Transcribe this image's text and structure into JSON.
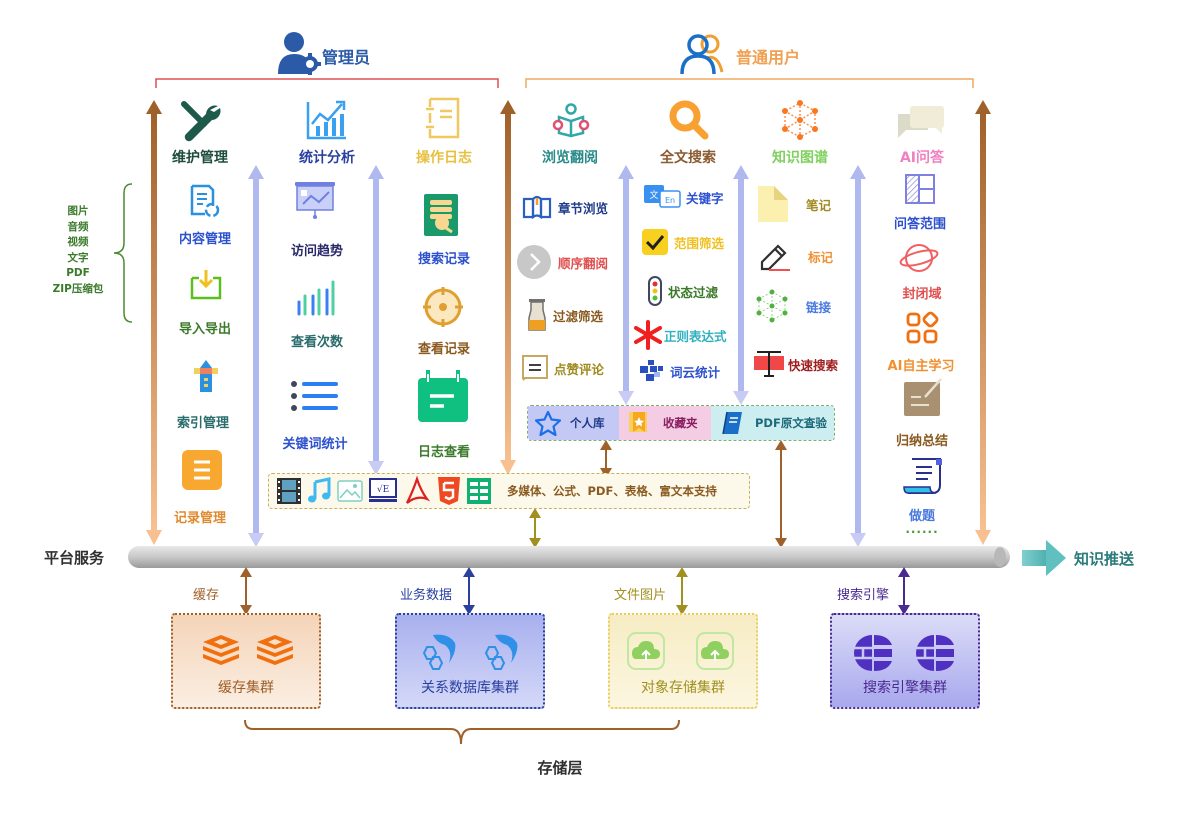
{
  "roles": {
    "admin": {
      "label": "管理员",
      "color": "#2a5aa8"
    },
    "user": {
      "label": "普通用户",
      "color": "#f0a050"
    }
  },
  "admin_modules": [
    {
      "title": "维护管理",
      "color": "#1e4d3c",
      "icon": "wrench-screwdriver-icon",
      "items": [
        {
          "label": "内容管理",
          "color": "#2c50d0",
          "icon": "document-refresh-icon"
        },
        {
          "label": "导入导出",
          "color": "#3a7a2a",
          "icon": "import-export-tray-icon"
        },
        {
          "label": "索引管理",
          "color": "#2a6b6b",
          "icon": "lighthouse-icon"
        },
        {
          "label": "记录管理",
          "color": "#e08a30",
          "icon": "list-square-icon"
        }
      ]
    },
    {
      "title": "统计分析",
      "color": "#2a40a0",
      "icon": "line-chart-icon",
      "items": [
        {
          "label": "访问趋势",
          "color": "#2a2a6a",
          "icon": "presentation-board-icon"
        },
        {
          "label": "查看次数",
          "color": "#2a6b6b",
          "icon": "bar-chart-icon"
        },
        {
          "label": "关键词统计",
          "color": "#2c50d0",
          "icon": "bullet-list-icon"
        }
      ]
    },
    {
      "title": "操作日志",
      "color": "#e8c040",
      "icon": "notebook-icon",
      "items": [
        {
          "label": "搜索记录",
          "color": "#2c50d0",
          "icon": "search-record-icon"
        },
        {
          "label": "查看记录",
          "color": "#8a5a20",
          "icon": "target-icon"
        },
        {
          "label": "日志查看",
          "color": "#3a7a2a",
          "icon": "calendar-icon"
        }
      ]
    }
  ],
  "user_modules": [
    {
      "title": "浏览翻阅",
      "color": "#2a8a8a",
      "icon": "reading-person-icon",
      "items": [
        {
          "label": "章节浏览",
          "color": "#1e3a8a",
          "icon": "open-book-icon"
        },
        {
          "label": "顺序翻阅",
          "color": "#e05050",
          "icon": "chevron-right-circle-icon"
        },
        {
          "label": "过滤筛选",
          "color": "#8a5a20",
          "icon": "filter-funnel-icon"
        },
        {
          "label": "点赞评论",
          "color": "#a08a20",
          "icon": "comment-box-icon"
        }
      ]
    },
    {
      "title": "全文搜索",
      "color": "#8a5a30",
      "icon": "magnifier-icon",
      "items": [
        {
          "label": "关键字",
          "color": "#2c50d0",
          "icon": "translate-icon"
        },
        {
          "label": "范围筛选",
          "color": "#f0c020",
          "icon": "checkbox-icon"
        },
        {
          "label": "状态过滤",
          "color": "#3a7a2a",
          "icon": "traffic-light-icon"
        },
        {
          "label": "正则表达式",
          "color": "#30b0c0",
          "icon": "asterisk-icon"
        },
        {
          "label": "词云统计",
          "color": "#2c50d0",
          "icon": "word-cloud-icon"
        }
      ]
    },
    {
      "title": "知识图谱",
      "color": "#80d060",
      "icon": "knowledge-graph-icon",
      "items": [
        {
          "label": "笔记",
          "color": "#a08a20",
          "icon": "note-page-icon"
        },
        {
          "label": "标记",
          "color": "#f09030",
          "icon": "pencil-icon"
        },
        {
          "label": "链接",
          "color": "#4a7ae0",
          "icon": "link-network-icon"
        },
        {
          "label": "快速搜索",
          "color": "#a02020",
          "icon": "text-cursor-icon"
        }
      ]
    },
    {
      "title": "AI问答",
      "color": "#f080c0",
      "icon": "chat-bubbles-icon",
      "items": [
        {
          "label": "问答范围",
          "color": "#2c50d0",
          "icon": "layout-grid-icon"
        },
        {
          "label": "封闭域",
          "color": "#e05050",
          "icon": "planet-icon"
        },
        {
          "label": "AI自主学习",
          "color": "#f09030",
          "icon": "apps-icon"
        },
        {
          "label": "归纳总结",
          "color": "#8a5a20",
          "icon": "summary-board-icon"
        },
        {
          "label": "做题",
          "color": "#4a7ae0",
          "icon": "scroll-icon"
        }
      ],
      "more": "......"
    }
  ],
  "file_types": {
    "title": "",
    "items": [
      "图片",
      "音频",
      "视频",
      "文字",
      "PDF",
      "ZIP压缩包"
    ],
    "color": "#3a7a2a"
  },
  "library_bar": [
    {
      "label": "个人库",
      "icon": "star-outline-icon",
      "bg": "#c4c8f4",
      "color": "#1e3a8a"
    },
    {
      "label": "收藏夹",
      "icon": "bookmark-star-icon",
      "bg": "#f4cce4",
      "color": "#8a2060"
    },
    {
      "label": "PDF原文查验",
      "icon": "book-icon",
      "bg": "#cceef0",
      "color": "#1e6a7a"
    }
  ],
  "format_support": {
    "label": "多媒体、公式、PDF、表格、富文本支持",
    "icons": [
      "film-icon",
      "music-note-icon",
      "image-icon",
      "formula-icon",
      "pdf-icon",
      "html5-icon",
      "table-icon"
    ]
  },
  "platform": {
    "label": "平台服务",
    "push_label": "知识推送"
  },
  "storage": {
    "label": "存储层",
    "clusters": [
      {
        "conn_label": "缓存",
        "name": "缓存集群",
        "color": "#a0602a",
        "icon": "redis-stack-icon"
      },
      {
        "conn_label": "业务数据",
        "name": "关系数据库集群",
        "color": "#2a40a0",
        "icon": "dolphin-db-icon"
      },
      {
        "conn_label": "文件图片",
        "name": "对象存储集群",
        "color": "#a08a20",
        "icon": "cloud-upload-icon"
      },
      {
        "conn_label": "搜索引擎",
        "name": "搜索引擎集群",
        "color": "#4a2a90",
        "icon": "search-engine-icon"
      }
    ]
  }
}
